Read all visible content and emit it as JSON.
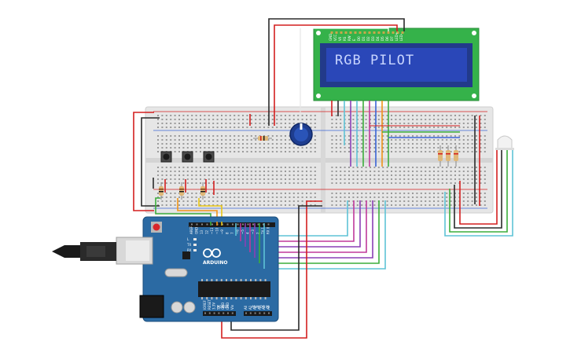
{
  "lcd": {
    "text": "RGB PILOT",
    "pins": [
      "GND",
      "VCC",
      "V0",
      "RS",
      "RW",
      "E",
      "D0",
      "D1",
      "D2",
      "D3",
      "D4",
      "D5",
      "D6",
      "D7",
      "LED+",
      "LED-"
    ]
  },
  "arduino": {
    "logo_text": "ARDUINO",
    "top_labels": [
      "AREF",
      "GND",
      "13",
      "12",
      "~11",
      "~10",
      "~9",
      "8",
      "7",
      "~6",
      "~5",
      "4",
      "~3",
      "2",
      "TX 1",
      "RX 0"
    ],
    "power_header": "POWER",
    "power_labels": [
      "IOREF",
      "RESET",
      "3.3V",
      "5V",
      "GND",
      "GND",
      "Vin"
    ],
    "analog_header": "ANALOG IN",
    "analog_labels": [
      "A0",
      "A1",
      "A2",
      "A3",
      "A4",
      "A5"
    ],
    "led_labels": [
      "L",
      "TX",
      "RX"
    ]
  },
  "colors": {
    "breadboard": "#e6e6e6",
    "lcd_board": "#35b24a",
    "lcd_screen": "#2a47b8",
    "arduino_board": "#2b6aa3",
    "wire_red": "#d41f1f",
    "wire_black": "#2a2a2a",
    "wire_cyan": "#5ec3d6",
    "wire_purple": "#8a3fb5",
    "wire_green": "#3cae3c",
    "wire_orange": "#f09418",
    "wire_yellow": "#e8c514",
    "wire_blue": "#3a64d6",
    "wire_magenta": "#c0399b"
  }
}
